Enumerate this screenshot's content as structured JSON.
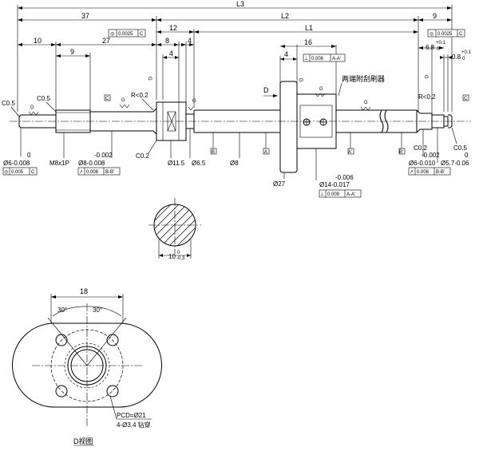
{
  "overall": {
    "L3": "L3",
    "dim37": "37",
    "L2": "L2",
    "dim9": "9",
    "dim10": "10",
    "dim27": "27",
    "dim9b": "9",
    "dim12": "12",
    "L1": "L1",
    "dim8": "8",
    "dim4a": "4",
    "dim4b": "4",
    "dim16": "16",
    "dim4c": "4"
  },
  "right_dims": {
    "d68": "6.8",
    "d68_tol_top": "+0.1",
    "d68_tol_bot": "0",
    "d08": "0.8",
    "d08_tol_top": "+0.1",
    "d08_tol_bot": "0"
  },
  "tol_frames": {
    "top_left": [
      "◎",
      "0.0025",
      "C"
    ],
    "top_right": [
      "◎",
      "0.0025",
      "C"
    ],
    "flange": [
      "⊥",
      "0.008",
      "A-A'"
    ],
    "left_bottom": [
      "◎",
      "0.005",
      "C"
    ],
    "m8_bottom": [
      "↗",
      "0.008",
      "B-B'"
    ],
    "nut_bottom": [
      "⊥",
      "0.009",
      "A-A'"
    ],
    "right_bottom": [
      "↗",
      "0.008",
      "B-B'"
    ]
  },
  "labels": {
    "c05_left": "C0.5",
    "c05_left2": "C0.5",
    "g1": "G",
    "g2": "G",
    "g3": "G",
    "g4": "G",
    "g5": "G",
    "g6": "G",
    "g7": "G",
    "g8": "G",
    "r02_left": "R<0.2",
    "r02_right": "R<0.2",
    "c02_left": "C0.2",
    "c02_right": "C0.2",
    "c05_right": "C0.5",
    "D": "D",
    "wipers": "两端附刮刷器",
    "datum_C": "C",
    "datum_C2": "C",
    "datum_B": "B",
    "datum_A": "A",
    "datum_A2": "A'",
    "datum_B2": "B'"
  },
  "bottom_dims": {
    "d6_top": "0",
    "d6": "Ø6-0.008",
    "m8": "M8x1P",
    "d8_top": "-0.002",
    "d8": "Ø8-0.008",
    "d115": "Ø11.5",
    "d65": "Ø6.5",
    "d8b": "Ø8",
    "d27": "Ø27",
    "d14_top": "-0.006",
    "d14": "Ø14-0.017",
    "d6r_top": "-0.002",
    "d6r": "Ø6-0.010",
    "d57_top": "0",
    "d57": "Ø5.7-0.06"
  },
  "section": {
    "width": "10",
    "tol_top": "0",
    "tol_bot": "-0.3"
  },
  "dview": {
    "width": "18",
    "ang1": "30°",
    "ang2": "30°",
    "pcd": "PCD=Ø21",
    "holes": "4-Ø3.4 钻穿",
    "title": "D视图"
  }
}
